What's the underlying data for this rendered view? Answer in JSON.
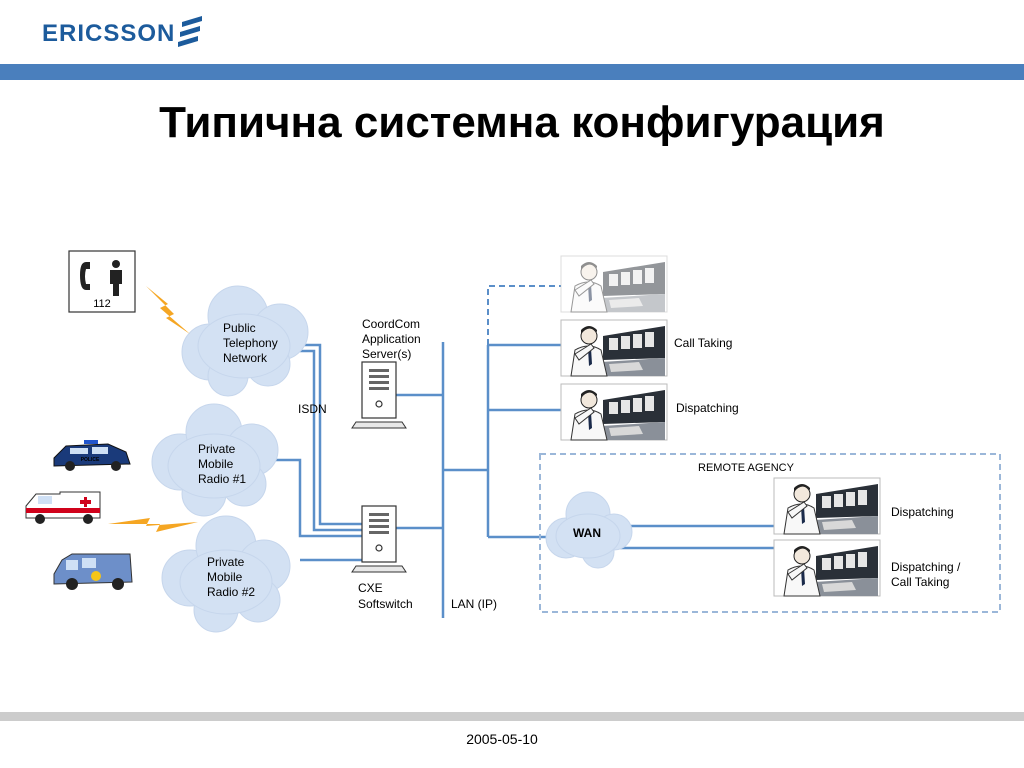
{
  "brand": {
    "name": "ERICSSON",
    "accent": "#4a7fbd",
    "logo_color": "#1c5b9c"
  },
  "slide": {
    "title": "Типична системна конфигурация",
    "date": "2005-05-10"
  },
  "diagram": {
    "emergency_number": "112",
    "clouds": {
      "pstn": [
        "Public",
        "Telephony",
        "Network"
      ],
      "pmr1": [
        "Private",
        "Mobile",
        "Radio #1"
      ],
      "pmr2": [
        "Private",
        "Mobile",
        "Radio #2"
      ],
      "wan": "WAN"
    },
    "labels": {
      "isdn": "ISDN",
      "coordcom": [
        "CoordCom",
        "Application",
        "Server(s)"
      ],
      "cxe": [
        "CXE",
        "Softswitch"
      ],
      "lan": "LAN (IP)",
      "remote_agency": "REMOTE AGENCY",
      "call_taking": "Call Taking",
      "dispatching": "Dispatching",
      "remote_dispatching": "Dispatching",
      "remote_dispatching_call_taking": [
        "Dispatching /",
        "Call Taking"
      ]
    },
    "icons": [
      "phone-112-icon",
      "lightning-icon",
      "police-car-icon",
      "ambulance-icon",
      "fire-van-icon",
      "server-icon",
      "operator-workstation-icon"
    ],
    "colors": {
      "line": "#5b8fc9",
      "cloud": "#d3e1f3",
      "dashed_border": "#9bb7d9"
    }
  }
}
